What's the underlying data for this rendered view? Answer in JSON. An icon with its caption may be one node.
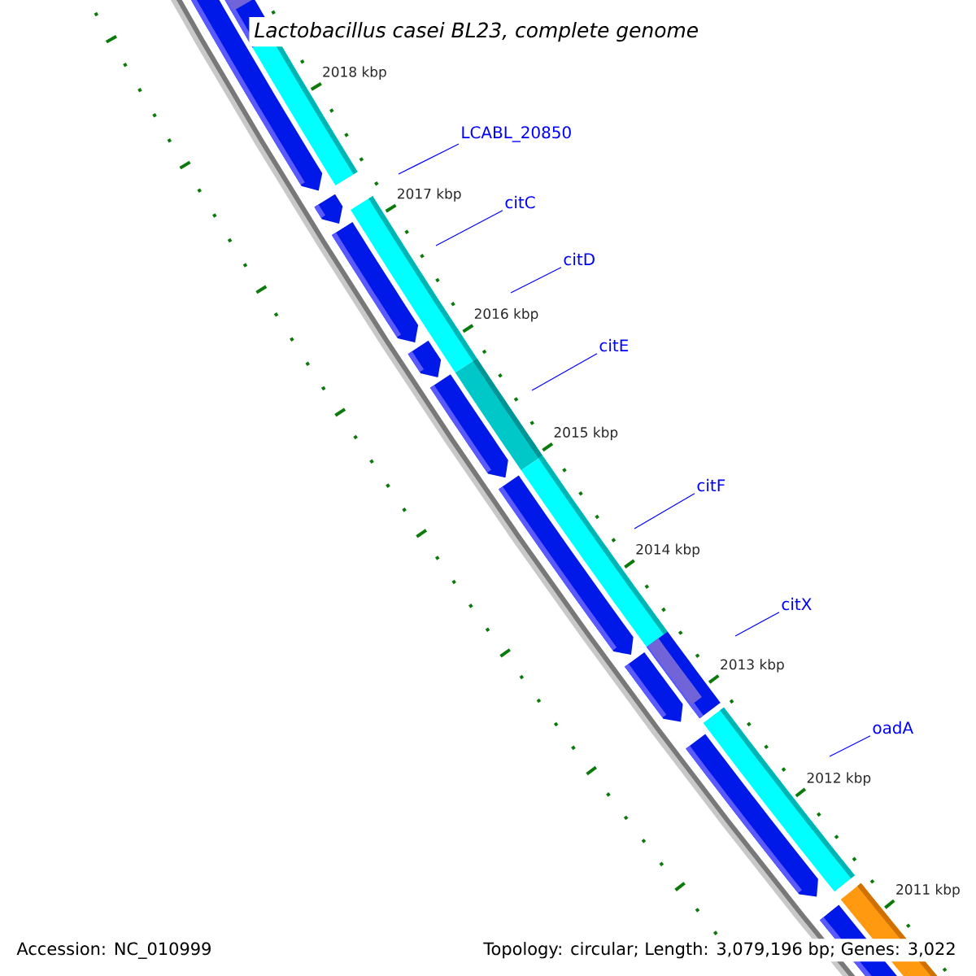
{
  "diagram": {
    "title": "Lactobacillus casei BL23, complete genome",
    "nodes": [
      {
        "text": [
          "LCABL_20850"
        ]
      },
      {
        "text": [
          "citC"
        ]
      },
      {
        "text": [
          "citD"
        ]
      },
      {
        "text": [
          "citE"
        ]
      },
      {
        "text": [
          "citF"
        ]
      },
      {
        "text": [
          "citX"
        ]
      },
      {
        "text": [
          "oadA"
        ]
      }
    ],
    "edges": [
      {
        "from": 0,
        "to": null,
        "arrow": "none"
      },
      {
        "from": 1,
        "to": null,
        "arrow": "none"
      },
      {
        "from": 2,
        "to": null,
        "arrow": "none"
      },
      {
        "from": 3,
        "to": null,
        "arrow": "none"
      },
      {
        "from": 4,
        "to": null,
        "arrow": "none"
      },
      {
        "from": 5,
        "to": null,
        "arrow": "none"
      },
      {
        "from": 6,
        "to": null,
        "arrow": "none"
      }
    ],
    "labels": [
      "2018 kbp",
      "2017 kbp",
      "2016 kbp",
      "2015 kbp",
      "2014 kbp",
      "2013 kbp",
      "2012 kbp",
      "2011 kbp",
      "Accession: NC_010999",
      "Topology: circular; Length: 3,079,196 bp; Genes: 3,022"
    ]
  }
}
